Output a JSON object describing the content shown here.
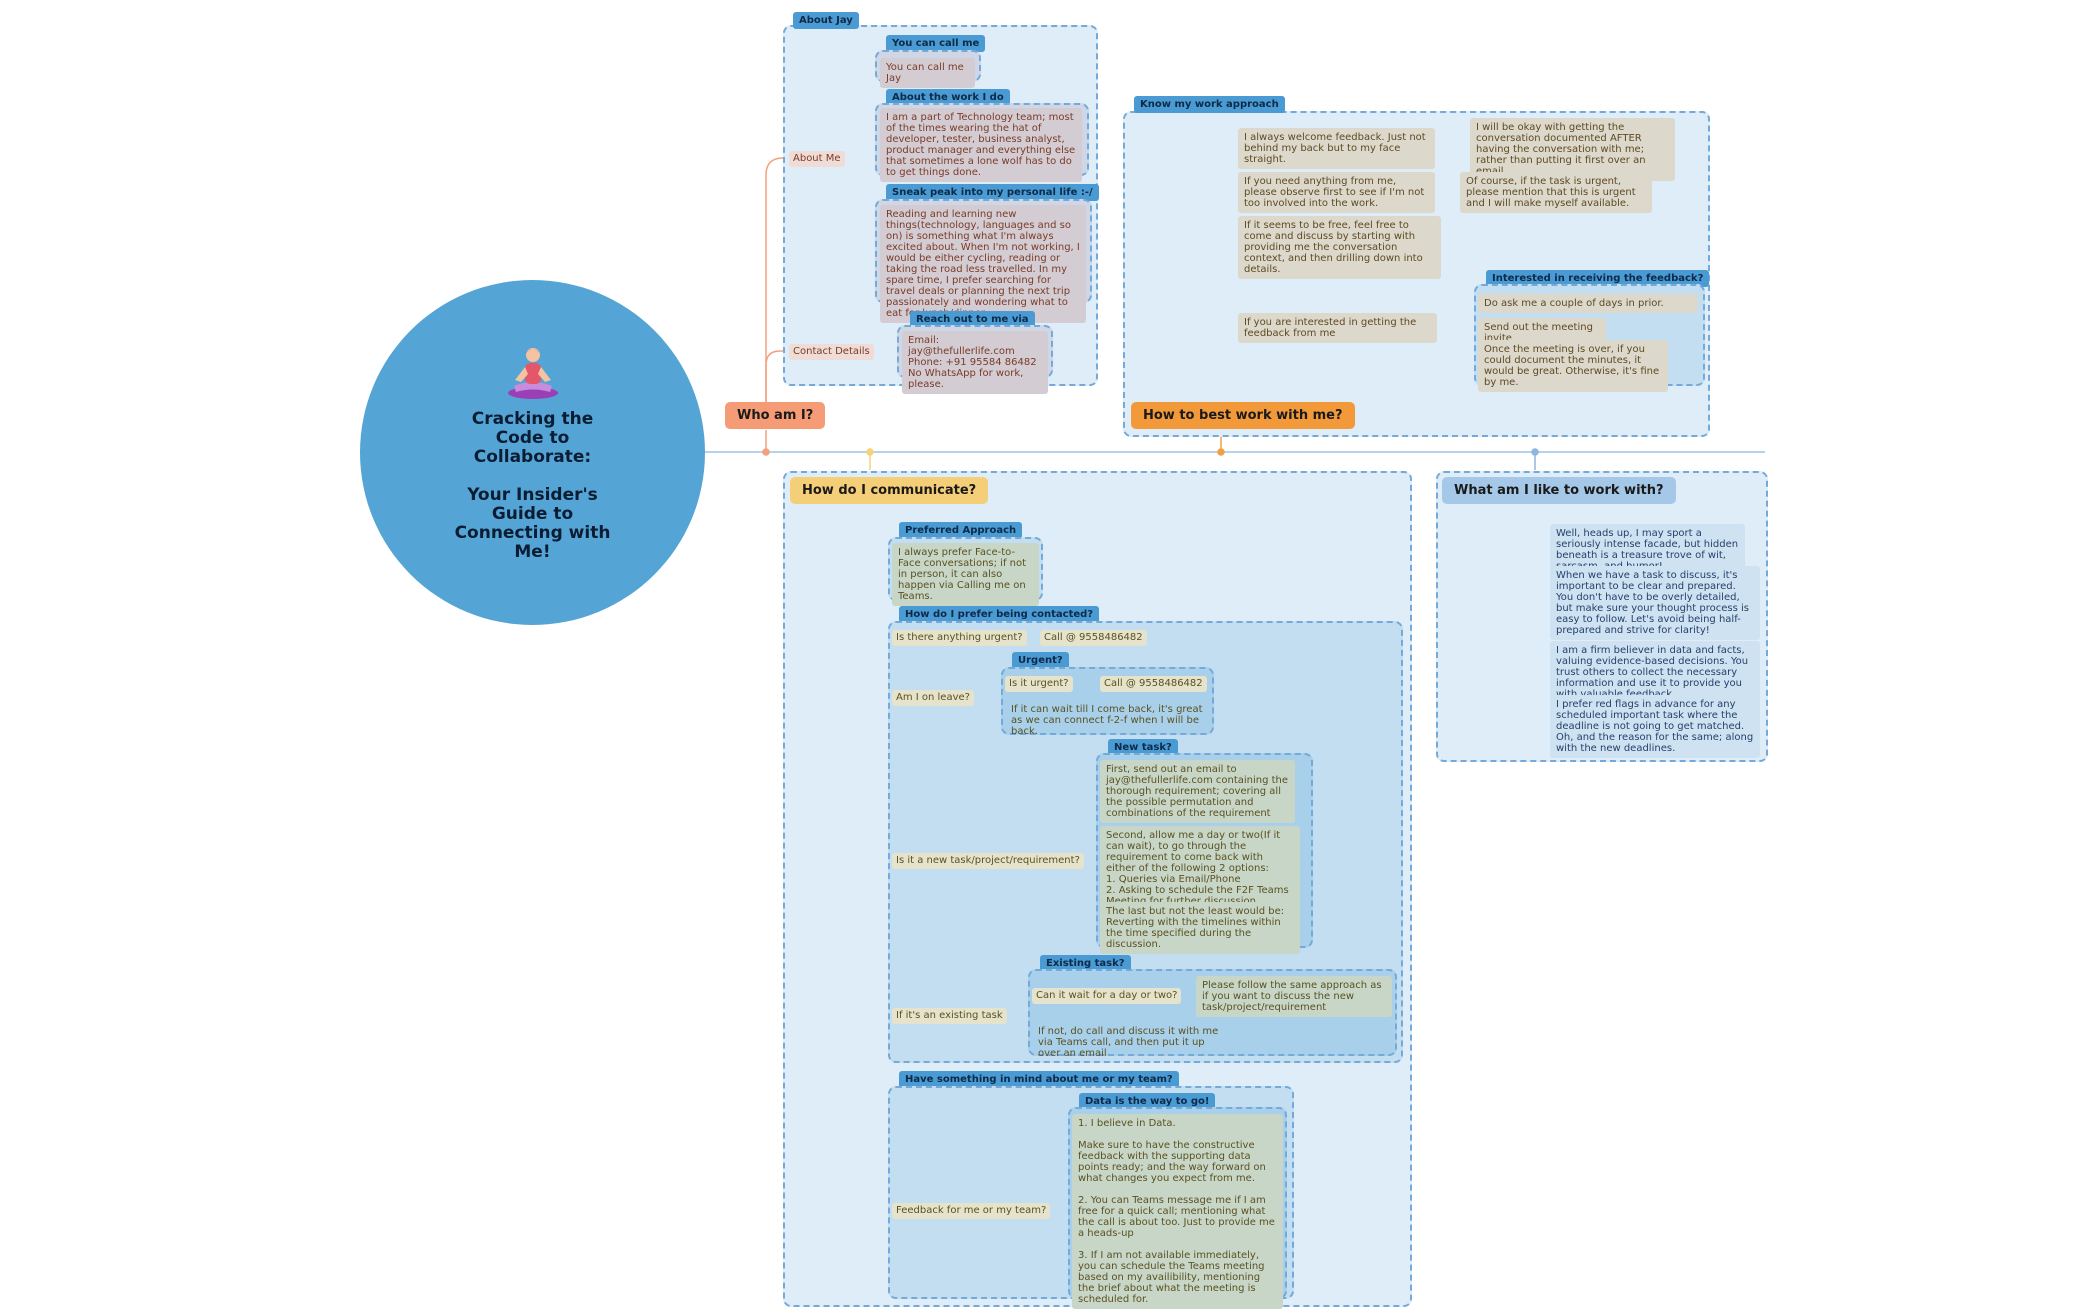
{
  "center": {
    "title": "Cracking the\nCode to\nCollaborate:\n\nYour Insider's\nGuide to\nConnecting with\nMe!",
    "icon": "meditating-person-icon"
  },
  "topics": {
    "who": "Who am I?",
    "work": "How to best work with me?",
    "communicate": "How do I communicate?",
    "like": "What am I like to work with?"
  },
  "about_jay": {
    "tag": "About Jay",
    "about_me_label": "About Me",
    "call_me_tag": "You can call me",
    "call_me": "You can call me Jay",
    "work_tag": "About the work I do",
    "work": "I am a part of Technology team; most of the times wearing the hat of developer, tester, business analyst, product manager and everything else that sometimes a lone wolf has to do to get things done.",
    "sneak_tag": "Sneak peak into my personal life :-/",
    "sneak": "Reading and learning new things(technology, languages and so on) is something what I'm always excited about. When I'm not working, I would be either cycling, reading or taking the road less travelled. In my spare time, I prefer searching for travel deals or planning the next trip passionately and wondering what to eat for lunch/dinner.",
    "contact_label": "Contact Details",
    "reach_tag": "Reach out to me via",
    "reach": "Email: jay@thefullerlife.com\nPhone: +91 95584 86482\nNo WhatsApp for work, please."
  },
  "work_approach": {
    "tag": "Know my work approach",
    "feedback": "I always welcome feedback. Just not behind my back but to my face straight.",
    "feedback_note": "I will be okay with getting the conversation documented AFTER having the conversation with me; rather than putting it first over an email.",
    "need": "If you need anything from me, please observe first to see if I'm not too involved into the work.",
    "need_note": "Of course, if the task is urgent, please mention that this is urgent and I will make myself available.",
    "free": "If it seems to be free, feel free to come and discuss by starting with providing me the conversation context, and then drilling down into details.",
    "interested": "If you are interested in getting the feedback from me",
    "fb_tag": "Interested in receiving the feedback?",
    "fb_items": [
      "Do ask me a couple of days in prior.",
      "Send out the meeting invite",
      "Once the meeting is over, if you could document the minutes, it would be great. Otherwise, it's fine by me."
    ]
  },
  "communicate": {
    "pref_tag": "Preferred Approach",
    "pref": "I always prefer Face-to-Face conversations; if not in person, it can also happen via Calling me on Teams.",
    "contact_tag": "How do I prefer being contacted?",
    "urgent_q": "Is there anything urgent?",
    "call1": "Call @ 9558486482",
    "leave_q": "Am I on leave?",
    "urgent_tag": "Urgent?",
    "is_urgent": "Is it urgent?",
    "call2": "Call @ 9558486482",
    "wait_note": "If it can wait till I come back, it's great as we can connect f-2-f when I will be back.",
    "new_q": "Is it a new task/project/requirement?",
    "new_tag": "New task?",
    "new_items": [
      "First, send out an email to jay@thefullerlife.com containing the thorough requirement; covering all the possible permutation and combinations of the requirement",
      "Second, allow me a day or two(If it can wait), to go through the requirement to come back with either of the following 2 options:\n1. Queries via Email/Phone\n2. Asking to schedule the F2F Teams Meeting for further discussion",
      "The last but not the least would be: Reverting with the timelines within the time specified during the discussion."
    ],
    "existing_q": "If it's an existing task",
    "existing_tag": "Existing task?",
    "wait_q": "Can it wait for a day or two?",
    "wait_yes": "Please follow the same approach as if you want to discuss the new task/project/requirement",
    "wait_no": "If not, do call and discuss it with me via Teams call, and then put it up over an email",
    "mind_tag": "Have something in mind about me or my team?",
    "fb_q": "Feedback for me or my team?",
    "data_tag": "Data is the way to go!",
    "data_text": "1. I believe in Data.\n\nMake sure to have the constructive feedback with the supporting data points ready; and the way forward on what changes you expect from me.\n\n2. You can Teams message me if I am free for a quick call; mentioning what the call is about too. Just to provide me a heads-up\n\n3. If I am not available immediately, you can schedule the Teams meeting based on my availibility, mentioning the brief about what the meeting is scheduled for."
  },
  "like": {
    "items": [
      "Well, heads up, I may sport a seriously intense facade, but hidden beneath is a treasure trove of wit, sarcasm, and humor!",
      "When we have a task to discuss, it's important to be clear and prepared. You don't have to be overly detailed, but make sure your thought process is easy to follow. Let's avoid being half-prepared and strive for clarity!",
      "I am a firm believer in data and facts, valuing evidence-based decisions. You trust others to collect the necessary information and use it to provide you with valuable feedback.",
      "I prefer red flags in advance for any scheduled important task where the deadline is not going to get matched. Oh, and the reason for the same; along with the new deadlines."
    ]
  },
  "colors": {
    "orange": "#f4a07e",
    "amber": "#f0a040",
    "yellow": "#f6d27a",
    "blue": "#a6c8e8",
    "center": "#55a4d6"
  }
}
